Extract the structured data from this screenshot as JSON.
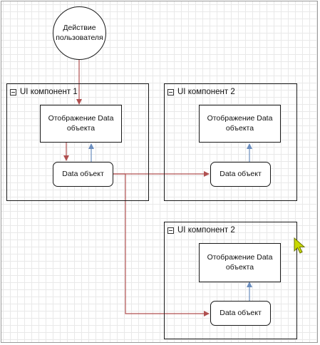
{
  "diagram": {
    "user_action": "Действие пользователя",
    "components": [
      {
        "title": "UI компонент 1",
        "display_box": "Отображение Data объекта",
        "data_box": "Data объект"
      },
      {
        "title": "UI компонент 2",
        "display_box": "Отображение Data объекта",
        "data_box": "Data объект"
      },
      {
        "title": "UI компонент 2",
        "display_box": "Отображение Data объекта",
        "data_box": "Data объект"
      }
    ],
    "colors": {
      "red_edge": "#b05050",
      "blue_edge": "#6c8ebf",
      "cursor": "#c8d800"
    }
  }
}
